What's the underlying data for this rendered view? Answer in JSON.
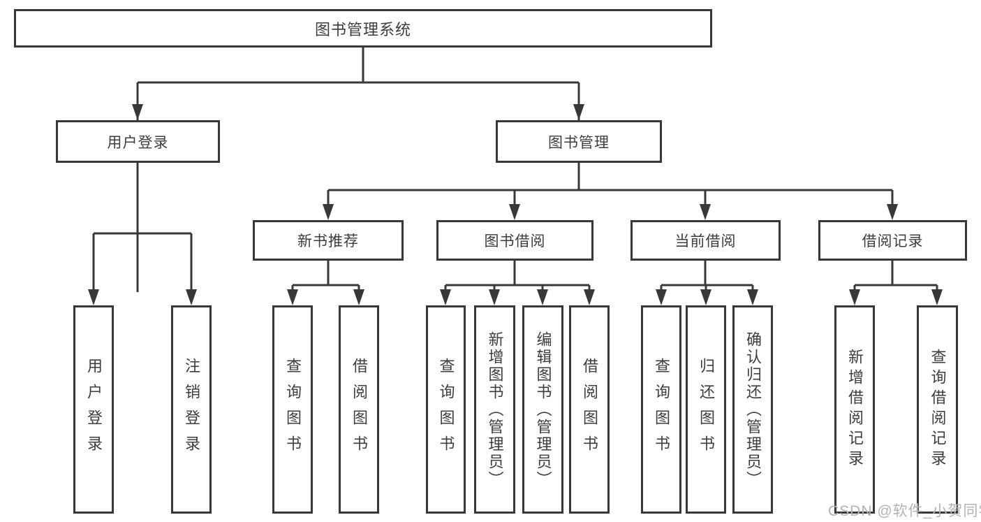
{
  "tree": {
    "root": {
      "label": "图书管理系统",
      "children": [
        {
          "label": "用户登录",
          "children": [
            {
              "label": "用户登录"
            },
            {
              "label": "注销登录"
            }
          ]
        },
        {
          "label": "图书管理",
          "children": [
            {
              "label": "新书推荐",
              "children": [
                {
                  "label": "查询图书"
                },
                {
                  "label": "借阅图书"
                }
              ]
            },
            {
              "label": "图书借阅",
              "children": [
                {
                  "label": "查询图书"
                },
                {
                  "label": "新增图书（管理员）"
                },
                {
                  "label": "编辑图书（管理员）"
                },
                {
                  "label": "借阅图书"
                }
              ]
            },
            {
              "label": "当前借阅",
              "children": [
                {
                  "label": "查询图书"
                },
                {
                  "label": "归还图书"
                },
                {
                  "label": "确认归还（管理员）"
                }
              ]
            },
            {
              "label": "借阅记录",
              "children": [
                {
                  "label": "新增借阅记录"
                },
                {
                  "label": "查询借阅记录"
                }
              ]
            }
          ]
        }
      ]
    }
  },
  "watermark": {
    "text": "CSDN @软件_小贺同学"
  },
  "colors": {
    "line": "#383838",
    "text": "#3d3d3d",
    "bg": "#ffffff",
    "watermark": "#b4b4b4"
  }
}
